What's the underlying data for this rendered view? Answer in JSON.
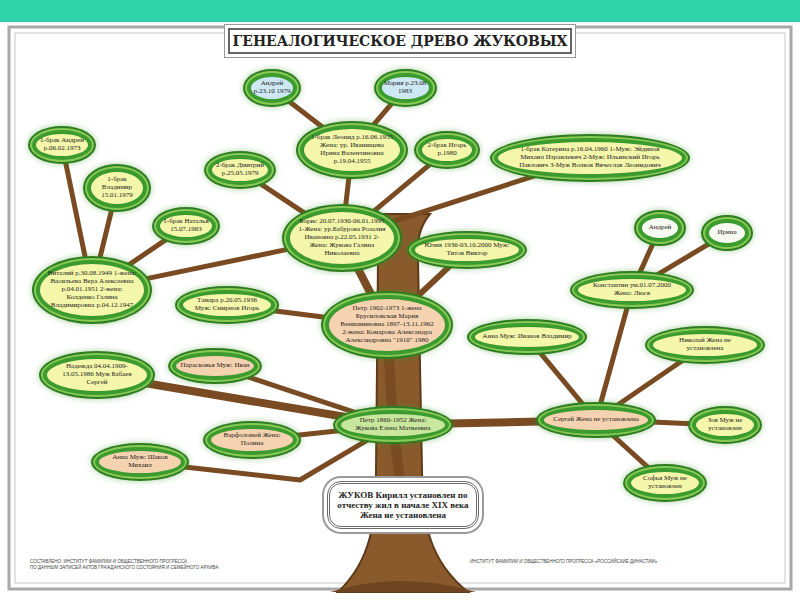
{
  "diagram": {
    "title": "ГЕНЕАЛОГИЧЕСКОЕ ДРЕВО ЖУКОВЫХ",
    "nodes": [
      {
        "text": [
          "Андрей р.23.10 1979"
        ]
      },
      {
        "text": [
          "Мария р.23.08 1983"
        ]
      },
      {
        "text": [
          "1-брак Андрей р.06.02.1973"
        ]
      },
      {
        "text": [
          "1-брак Владимир 15.01.1979"
        ]
      },
      {
        "text": [
          "2-брак Дмитрий р.25.05.1979"
        ]
      },
      {
        "text": [
          "1-брак Леонид р.16.06.1955 Жена: ур. Иванищева Ирина Валентиновна р.19.04.1955"
        ]
      },
      {
        "text": [
          "2-брак Игорь р.1980"
        ]
      },
      {
        "text": [
          "1-брак Катерина р.16.04.1960 1-Муж: Эйдинов Михаил Израилевич 2-Муж: Ильинский Игорь Павлович 3-Муж Волков Вячеслав Леонидович"
        ]
      },
      {
        "text": [
          "1-брак Наталья 15.07.1983"
        ]
      },
      {
        "text": [
          "Борис 20.07.1930-06.01.1995 1-Жена: ур.Бабурова Розалия Ивановна р.22.05.1931 2-Жена: Жукова Галина Николаевна"
        ]
      },
      {
        "text": [
          "Юлия 1936-03.10.2000 Муж: Титов Виктор"
        ]
      },
      {
        "text": [
          "Андрей"
        ]
      },
      {
        "text": [
          "Ирина"
        ]
      },
      {
        "text": [
          "Виталий р.30.08.1949 1-жена: Васильева Вера Алексеевна р.04.01.1951 2-жена: Колденко Галина Владимировна р.04.12.1947"
        ]
      },
      {
        "text": [
          "Тамара р.20.05.1936 Муж: Смирнов Игорь"
        ]
      },
      {
        "text": [
          "Петр 1902-1973 1-жена Брусиловская Мария Вениаминовна 1897-13.11.1962 2-жена: Комарова Александра Александровна \"1910\" 1980"
        ]
      },
      {
        "text": [
          "Константин ум.01.07.2000 Жена: Люся"
        ]
      },
      {
        "text": [
          "Анна Муж: Иванов Владимир"
        ]
      },
      {
        "text": [
          "Николай Жена не установлена"
        ]
      },
      {
        "text": [
          "Надежда 04.04.1909-13.05.1986 Муж Бабаев Сергей"
        ]
      },
      {
        "text": [
          "Парасковья Муж: Иван"
        ]
      },
      {
        "text": [
          "Петр 1860-1952 Жена: Жукова Елена Матвеевна"
        ]
      },
      {
        "text": [
          "Сергей Жена не установлена"
        ]
      },
      {
        "text": [
          "Зоя Муж не установлен"
        ]
      },
      {
        "text": [
          "Анна Муж: Шаков Михаил"
        ]
      },
      {
        "text": [
          "Варфоломей Жена: Полина"
        ]
      },
      {
        "text": [
          "Софья Муж не установлен"
        ]
      },
      {
        "text": [
          "ЖУКОВ Кирилл установлен по отчеству жил в начале XIX века Жена не установлена"
        ]
      }
    ],
    "edges": [
      {
        "from": 27,
        "to": 21,
        "arrow": "none"
      },
      {
        "from": 21,
        "to": 15,
        "arrow": "none"
      },
      {
        "from": 21,
        "to": 19,
        "arrow": "none"
      },
      {
        "from": 21,
        "to": 20,
        "arrow": "none"
      },
      {
        "from": 21,
        "to": 25,
        "arrow": "none"
      },
      {
        "from": 21,
        "to": 24,
        "arrow": "none"
      },
      {
        "from": 21,
        "to": 22,
        "arrow": "none"
      },
      {
        "from": 22,
        "to": 17,
        "arrow": "none"
      },
      {
        "from": 22,
        "to": 16,
        "arrow": "none"
      },
      {
        "from": 22,
        "to": 18,
        "arrow": "none"
      },
      {
        "from": 22,
        "to": 23,
        "arrow": "none"
      },
      {
        "from": 22,
        "to": 26,
        "arrow": "none"
      },
      {
        "from": 16,
        "to": 11,
        "arrow": "none"
      },
      {
        "from": 16,
        "to": 12,
        "arrow": "none"
      },
      {
        "from": 15,
        "to": 9,
        "arrow": "none"
      },
      {
        "from": 15,
        "to": 10,
        "arrow": "none"
      },
      {
        "from": 15,
        "to": 14,
        "arrow": "none"
      },
      {
        "from": 9,
        "to": 13,
        "arrow": "none"
      },
      {
        "from": 9,
        "to": 5,
        "arrow": "none"
      },
      {
        "from": 9,
        "to": 4,
        "arrow": "none"
      },
      {
        "from": 9,
        "to": 6,
        "arrow": "none"
      },
      {
        "from": 9,
        "to": 7,
        "arrow": "none"
      },
      {
        "from": 5,
        "to": 0,
        "arrow": "none"
      },
      {
        "from": 5,
        "to": 1,
        "arrow": "none"
      },
      {
        "from": 13,
        "to": 2,
        "arrow": "none"
      },
      {
        "from": 13,
        "to": 3,
        "arrow": "none"
      },
      {
        "from": 13,
        "to": 8,
        "arrow": "none"
      }
    ],
    "labels": [
      "СОСТАВЛЕНО: ИНСТИТУТ ФАМИЛИИ И ОБЩЕСТВЕННОГО ПРОГРЕССА",
      "ПО ДАННЫМ ЗАПИСЕЙ АКТОВ ГРАЖДАНСКОГО СОСТОЯНИЯ И СЕМЕЙНОГО АРХИВА",
      "ИНСТИТУТ ФАМИЛИИ И ОБЩЕСТВЕННОГО ПРОГРЕССА «РОССИЙСКИЕ ДИНАСТИИ»"
    ]
  }
}
